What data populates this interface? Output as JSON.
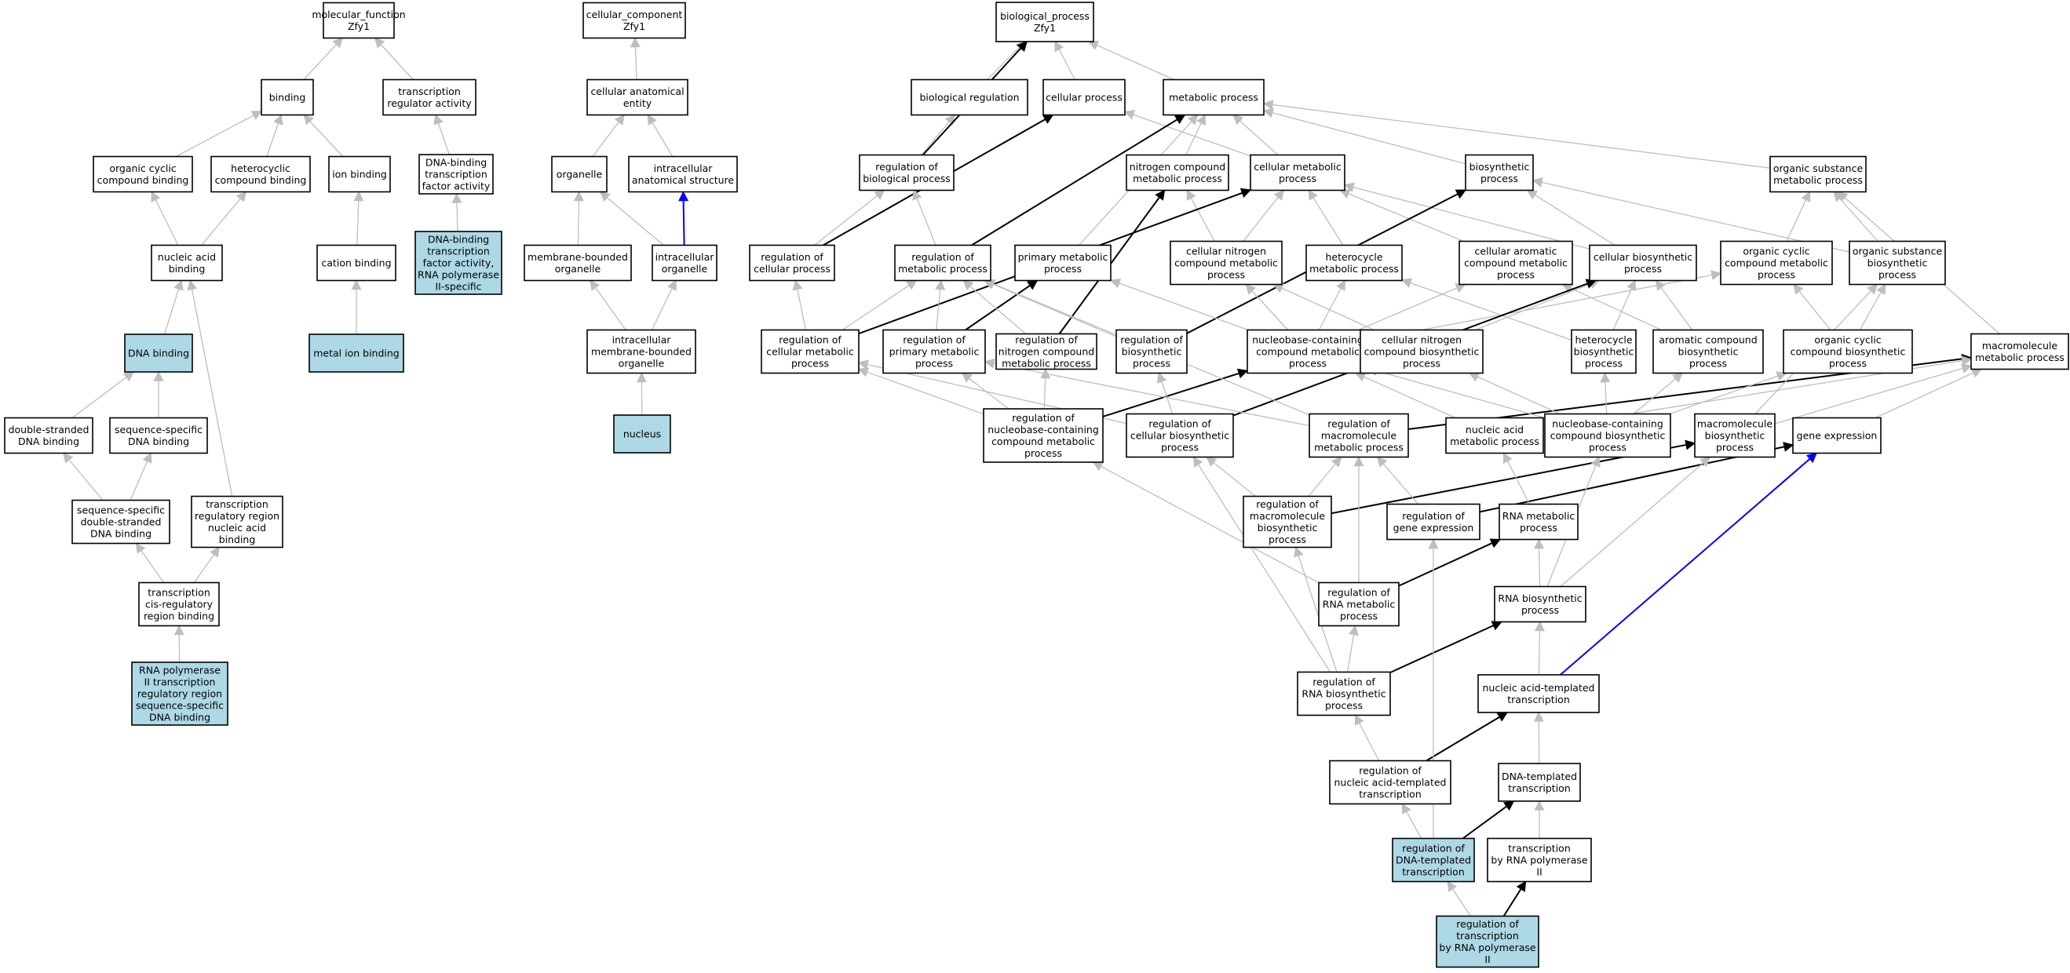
{
  "colors": {
    "highlight": "#add8e6",
    "node_fill": "#ffffff",
    "node_border": "#000000",
    "edge_is_a": "#bebebe",
    "edge_regulates": "#000000",
    "edge_part_of": "#0000ff"
  },
  "nodes": [
    {
      "id": "mf_root",
      "lines": [
        "molecular_function",
        "Zfy1"
      ]
    },
    {
      "id": "binding",
      "lines": [
        "binding"
      ]
    },
    {
      "id": "tra",
      "lines": [
        "transcription",
        "regulator activity"
      ]
    },
    {
      "id": "occb",
      "lines": [
        "organic cyclic",
        "compound binding"
      ]
    },
    {
      "id": "hcb",
      "lines": [
        "heterocyclic",
        "compound binding"
      ]
    },
    {
      "id": "ionb",
      "lines": [
        "ion binding"
      ]
    },
    {
      "id": "dbtfa",
      "lines": [
        "DNA-binding",
        "transcription",
        "factor activity"
      ]
    },
    {
      "id": "nab",
      "lines": [
        "nucleic acid",
        "binding"
      ]
    },
    {
      "id": "catb",
      "lines": [
        "cation binding"
      ]
    },
    {
      "id": "dbtfa2",
      "lines": [
        "DNA-binding",
        "transcription",
        "factor activity,",
        "RNA polymerase",
        "II-specific"
      ],
      "highlight": true
    },
    {
      "id": "dnab",
      "lines": [
        "DNA binding"
      ],
      "highlight": true
    },
    {
      "id": "mib",
      "lines": [
        "metal ion binding"
      ],
      "highlight": true
    },
    {
      "id": "dsdb",
      "lines": [
        "double-stranded",
        "DNA binding"
      ]
    },
    {
      "id": "ssdb",
      "lines": [
        "sequence-specific",
        "DNA binding"
      ]
    },
    {
      "id": "ssdsdb",
      "lines": [
        "sequence-specific",
        "double-stranded",
        "DNA binding"
      ]
    },
    {
      "id": "trrnab",
      "lines": [
        "transcription",
        "regulatory region",
        "nucleic acid",
        "binding"
      ]
    },
    {
      "id": "tcrrb",
      "lines": [
        "transcription",
        "cis-regulatory",
        "region binding"
      ]
    },
    {
      "id": "rp2trr",
      "lines": [
        "RNA polymerase",
        "II transcription",
        "regulatory region",
        "sequence-specific",
        "DNA binding"
      ],
      "highlight": true
    },
    {
      "id": "cc_root",
      "lines": [
        "cellular_component",
        "Zfy1"
      ]
    },
    {
      "id": "cae",
      "lines": [
        "cellular anatomical",
        "entity"
      ]
    },
    {
      "id": "organelle",
      "lines": [
        "organelle"
      ]
    },
    {
      "id": "ias",
      "lines": [
        "intracellular",
        "anatomical structure"
      ]
    },
    {
      "id": "mbo",
      "lines": [
        "membrane-bounded",
        "organelle"
      ]
    },
    {
      "id": "io",
      "lines": [
        "intracellular",
        "organelle"
      ]
    },
    {
      "id": "imbo",
      "lines": [
        "intracellular",
        "membrane-bounded",
        "organelle"
      ]
    },
    {
      "id": "nucleus",
      "lines": [
        "nucleus"
      ],
      "highlight": true
    },
    {
      "id": "bp_root",
      "lines": [
        "biological_process",
        "Zfy1"
      ]
    },
    {
      "id": "breg",
      "lines": [
        "biological regulation"
      ]
    },
    {
      "id": "cellp",
      "lines": [
        "cellular process"
      ]
    },
    {
      "id": "metp",
      "lines": [
        "metabolic process"
      ]
    },
    {
      "id": "rbp",
      "lines": [
        "regulation of",
        "biological process"
      ]
    },
    {
      "id": "ncmp",
      "lines": [
        "nitrogen compound",
        "metabolic process"
      ]
    },
    {
      "id": "cmp",
      "lines": [
        "cellular metabolic",
        "process"
      ]
    },
    {
      "id": "biosp",
      "lines": [
        "biosynthetic",
        "process"
      ]
    },
    {
      "id": "osmp",
      "lines": [
        "organic substance",
        "metabolic process"
      ]
    },
    {
      "id": "rcp",
      "lines": [
        "regulation of",
        "cellular process"
      ]
    },
    {
      "id": "rmp",
      "lines": [
        "regulation of",
        "metabolic process"
      ]
    },
    {
      "id": "pmp",
      "lines": [
        "primary metabolic",
        "process"
      ]
    },
    {
      "id": "cncmp",
      "lines": [
        "cellular nitrogen",
        "compound metabolic",
        "process"
      ]
    },
    {
      "id": "hmp",
      "lines": [
        "heterocycle",
        "metabolic process"
      ]
    },
    {
      "id": "cacmp",
      "lines": [
        "cellular aromatic",
        "compound metabolic",
        "process"
      ]
    },
    {
      "id": "cbp",
      "lines": [
        "cellular biosynthetic",
        "process"
      ]
    },
    {
      "id": "occmp",
      "lines": [
        "organic cyclic",
        "compound metabolic",
        "process"
      ]
    },
    {
      "id": "osbp",
      "lines": [
        "organic substance",
        "biosynthetic",
        "process"
      ]
    },
    {
      "id": "rcmp",
      "lines": [
        "regulation of",
        "cellular metabolic",
        "process"
      ]
    },
    {
      "id": "rpmp",
      "lines": [
        "regulation of",
        "primary metabolic",
        "process"
      ]
    },
    {
      "id": "rncmp",
      "lines": [
        "regulation of",
        "nitrogen compound",
        "metabolic process"
      ]
    },
    {
      "id": "rbiosp",
      "lines": [
        "regulation of",
        "biosynthetic",
        "process"
      ]
    },
    {
      "id": "nbcmp",
      "lines": [
        "nucleobase-containing",
        "compound metabolic",
        "process"
      ]
    },
    {
      "id": "cncbp",
      "lines": [
        "cellular nitrogen",
        "compound biosynthetic",
        "process"
      ]
    },
    {
      "id": "hbp",
      "lines": [
        "heterocycle",
        "biosynthetic",
        "process"
      ]
    },
    {
      "id": "acbp",
      "lines": [
        "aromatic compound",
        "biosynthetic",
        "process"
      ]
    },
    {
      "id": "occbp",
      "lines": [
        "organic cyclic",
        "compound biosynthetic",
        "process"
      ]
    },
    {
      "id": "mmp",
      "lines": [
        "macromolecule",
        "metabolic process"
      ]
    },
    {
      "id": "rnbcmp",
      "lines": [
        "regulation of",
        "nucleobase-containing",
        "compound metabolic",
        "process"
      ]
    },
    {
      "id": "rcbp",
      "lines": [
        "regulation of",
        "cellular biosynthetic",
        "process"
      ]
    },
    {
      "id": "rmmp",
      "lines": [
        "regulation of",
        "macromolecule",
        "metabolic process"
      ]
    },
    {
      "id": "namp",
      "lines": [
        "nucleic acid",
        "metabolic process"
      ]
    },
    {
      "id": "nbcbp",
      "lines": [
        "nucleobase-containing",
        "compound biosynthetic",
        "process"
      ]
    },
    {
      "id": "mbp",
      "lines": [
        "macromolecule",
        "biosynthetic",
        "process"
      ]
    },
    {
      "id": "gexp",
      "lines": [
        "gene expression"
      ]
    },
    {
      "id": "rmbp",
      "lines": [
        "regulation of",
        "macromolecule",
        "biosynthetic",
        "process"
      ]
    },
    {
      "id": "rge",
      "lines": [
        "regulation of",
        "gene expression"
      ]
    },
    {
      "id": "rnamp",
      "lines": [
        "RNA metabolic",
        "process"
      ]
    },
    {
      "id": "rrmp",
      "lines": [
        "regulation of",
        "RNA metabolic",
        "process"
      ]
    },
    {
      "id": "rnabp",
      "lines": [
        "RNA biosynthetic",
        "process"
      ]
    },
    {
      "id": "rrbp",
      "lines": [
        "regulation of",
        "RNA biosynthetic",
        "process"
      ]
    },
    {
      "id": "natt",
      "lines": [
        "nucleic acid-templated",
        "transcription"
      ]
    },
    {
      "id": "rnatt",
      "lines": [
        "regulation of",
        "nucleic acid-templated",
        "transcription"
      ]
    },
    {
      "id": "dtt",
      "lines": [
        "DNA-templated",
        "transcription"
      ]
    },
    {
      "id": "rdtt",
      "lines": [
        "regulation of",
        "DNA-templated",
        "transcription"
      ],
      "highlight": true
    },
    {
      "id": "trp2",
      "lines": [
        "transcription",
        "by RNA polymerase",
        "II"
      ]
    },
    {
      "id": "rtrp2",
      "lines": [
        "regulation of",
        "transcription",
        "by RNA polymerase",
        "II"
      ],
      "highlight": true
    }
  ],
  "edges": [
    [
      "binding",
      "mf_root",
      "is_a"
    ],
    [
      "tra",
      "mf_root",
      "is_a"
    ],
    [
      "occb",
      "binding",
      "is_a"
    ],
    [
      "hcb",
      "binding",
      "is_a"
    ],
    [
      "ionb",
      "binding",
      "is_a"
    ],
    [
      "dbtfa",
      "tra",
      "is_a"
    ],
    [
      "nab",
      "occb",
      "is_a"
    ],
    [
      "nab",
      "hcb",
      "is_a"
    ],
    [
      "catb",
      "ionb",
      "is_a"
    ],
    [
      "dbtfa2",
      "dbtfa",
      "is_a"
    ],
    [
      "dnab",
      "nab",
      "is_a"
    ],
    [
      "mib",
      "catb",
      "is_a"
    ],
    [
      "dsdb",
      "dnab",
      "is_a"
    ],
    [
      "ssdb",
      "dnab",
      "is_a"
    ],
    [
      "ssdsdb",
      "dsdb",
      "is_a"
    ],
    [
      "ssdsdb",
      "ssdb",
      "is_a"
    ],
    [
      "trrnab",
      "nab",
      "is_a"
    ],
    [
      "tcrrb",
      "ssdsdb",
      "is_a"
    ],
    [
      "tcrrb",
      "trrnab",
      "is_a"
    ],
    [
      "rp2trr",
      "tcrrb",
      "is_a"
    ],
    [
      "cae",
      "cc_root",
      "is_a"
    ],
    [
      "organelle",
      "cae",
      "is_a"
    ],
    [
      "ias",
      "cae",
      "is_a"
    ],
    [
      "mbo",
      "organelle",
      "is_a"
    ],
    [
      "io",
      "organelle",
      "is_a"
    ],
    [
      "io",
      "ias",
      "part_of"
    ],
    [
      "imbo",
      "mbo",
      "is_a"
    ],
    [
      "imbo",
      "io",
      "is_a"
    ],
    [
      "nucleus",
      "imbo",
      "is_a"
    ],
    [
      "breg",
      "bp_root",
      "is_a"
    ],
    [
      "cellp",
      "bp_root",
      "is_a"
    ],
    [
      "metp",
      "bp_root",
      "is_a"
    ],
    [
      "rbp",
      "breg",
      "is_a"
    ],
    [
      "rbp",
      "bp_root",
      "regulates"
    ],
    [
      "ncmp",
      "metp",
      "is_a"
    ],
    [
      "cmp",
      "metp",
      "is_a"
    ],
    [
      "cmp",
      "cellp",
      "is_a"
    ],
    [
      "biosp",
      "metp",
      "is_a"
    ],
    [
      "osmp",
      "metp",
      "is_a"
    ],
    [
      "rcp",
      "rbp",
      "is_a"
    ],
    [
      "rcp",
      "cellp",
      "regulates"
    ],
    [
      "rmp",
      "rbp",
      "is_a"
    ],
    [
      "rmp",
      "metp",
      "regulates"
    ],
    [
      "pmp",
      "metp",
      "is_a"
    ],
    [
      "cncmp",
      "ncmp",
      "is_a"
    ],
    [
      "cncmp",
      "cmp",
      "is_a"
    ],
    [
      "hmp",
      "cmp",
      "is_a"
    ],
    [
      "cacmp",
      "cmp",
      "is_a"
    ],
    [
      "cbp",
      "biosp",
      "is_a"
    ],
    [
      "cbp",
      "cmp",
      "is_a"
    ],
    [
      "occmp",
      "osmp",
      "is_a"
    ],
    [
      "osbp",
      "osmp",
      "is_a"
    ],
    [
      "osbp",
      "biosp",
      "is_a"
    ],
    [
      "rcmp",
      "rcp",
      "is_a"
    ],
    [
      "rcmp",
      "rmp",
      "is_a"
    ],
    [
      "rcmp",
      "cmp",
      "regulates"
    ],
    [
      "rpmp",
      "rmp",
      "is_a"
    ],
    [
      "rpmp",
      "pmp",
      "regulates"
    ],
    [
      "rncmp",
      "rmp",
      "is_a"
    ],
    [
      "rncmp",
      "ncmp",
      "regulates"
    ],
    [
      "rbiosp",
      "rmp",
      "is_a"
    ],
    [
      "rbiosp",
      "biosp",
      "regulates"
    ],
    [
      "nbcmp",
      "cncmp",
      "is_a"
    ],
    [
      "nbcmp",
      "hmp",
      "is_a"
    ],
    [
      "nbcmp",
      "cacmp",
      "is_a"
    ],
    [
      "nbcmp",
      "occmp",
      "is_a"
    ],
    [
      "nbcmp",
      "pmp",
      "is_a"
    ],
    [
      "cncbp",
      "cncmp",
      "is_a"
    ],
    [
      "cncbp",
      "cbp",
      "is_a"
    ],
    [
      "hbp",
      "hmp",
      "is_a"
    ],
    [
      "hbp",
      "cbp",
      "is_a"
    ],
    [
      "acbp",
      "cacmp",
      "is_a"
    ],
    [
      "acbp",
      "cbp",
      "is_a"
    ],
    [
      "occbp",
      "occmp",
      "is_a"
    ],
    [
      "occbp",
      "osbp",
      "is_a"
    ],
    [
      "mmp",
      "osmp",
      "is_a"
    ],
    [
      "rnbcmp",
      "rcmp",
      "is_a"
    ],
    [
      "rnbcmp",
      "rpmp",
      "is_a"
    ],
    [
      "rnbcmp",
      "rncmp",
      "is_a"
    ],
    [
      "rnbcmp",
      "nbcmp",
      "regulates"
    ],
    [
      "rcbp",
      "rcmp",
      "is_a"
    ],
    [
      "rcbp",
      "rbiosp",
      "is_a"
    ],
    [
      "rcbp",
      "cbp",
      "regulates"
    ],
    [
      "rmmp",
      "rpmp",
      "is_a"
    ],
    [
      "rmmp",
      "rmp",
      "is_a"
    ],
    [
      "rmmp",
      "mmp",
      "regulates"
    ],
    [
      "namp",
      "nbcmp",
      "is_a"
    ],
    [
      "namp",
      "mmp",
      "is_a"
    ],
    [
      "nbcbp",
      "nbcmp",
      "is_a"
    ],
    [
      "nbcbp",
      "cncbp",
      "is_a"
    ],
    [
      "nbcbp",
      "hbp",
      "is_a"
    ],
    [
      "nbcbp",
      "acbp",
      "is_a"
    ],
    [
      "nbcbp",
      "occbp",
      "is_a"
    ],
    [
      "mbp",
      "mmp",
      "is_a"
    ],
    [
      "mbp",
      "osbp",
      "is_a"
    ],
    [
      "gexp",
      "mmp",
      "is_a"
    ],
    [
      "rmbp",
      "rmmp",
      "is_a"
    ],
    [
      "rmbp",
      "rcbp",
      "is_a"
    ],
    [
      "rmbp",
      "mbp",
      "regulates"
    ],
    [
      "rge",
      "rmmp",
      "is_a"
    ],
    [
      "rge",
      "gexp",
      "regulates"
    ],
    [
      "rnamp",
      "namp",
      "is_a"
    ],
    [
      "rrmp",
      "rnbcmp",
      "is_a"
    ],
    [
      "rrmp",
      "rmmp",
      "is_a"
    ],
    [
      "rrmp",
      "rnamp",
      "regulates"
    ],
    [
      "rnabp",
      "rnamp",
      "is_a"
    ],
    [
      "rnabp",
      "nbcbp",
      "is_a"
    ],
    [
      "rnabp",
      "mbp",
      "is_a"
    ],
    [
      "rrbp",
      "rrmp",
      "is_a"
    ],
    [
      "rrbp",
      "rmbp",
      "is_a"
    ],
    [
      "rrbp",
      "rcbp",
      "is_a"
    ],
    [
      "rrbp",
      "rnabp",
      "regulates"
    ],
    [
      "natt",
      "rnabp",
      "is_a"
    ],
    [
      "natt",
      "gexp",
      "part_of"
    ],
    [
      "rnatt",
      "rrbp",
      "is_a"
    ],
    [
      "rnatt",
      "natt",
      "regulates"
    ],
    [
      "dtt",
      "natt",
      "is_a"
    ],
    [
      "rdtt",
      "rnatt",
      "is_a"
    ],
    [
      "rdtt",
      "rge",
      "is_a"
    ],
    [
      "rdtt",
      "dtt",
      "regulates"
    ],
    [
      "trp2",
      "dtt",
      "is_a"
    ],
    [
      "rtrp2",
      "rdtt",
      "is_a"
    ],
    [
      "rtrp2",
      "trp2",
      "regulates"
    ]
  ]
}
